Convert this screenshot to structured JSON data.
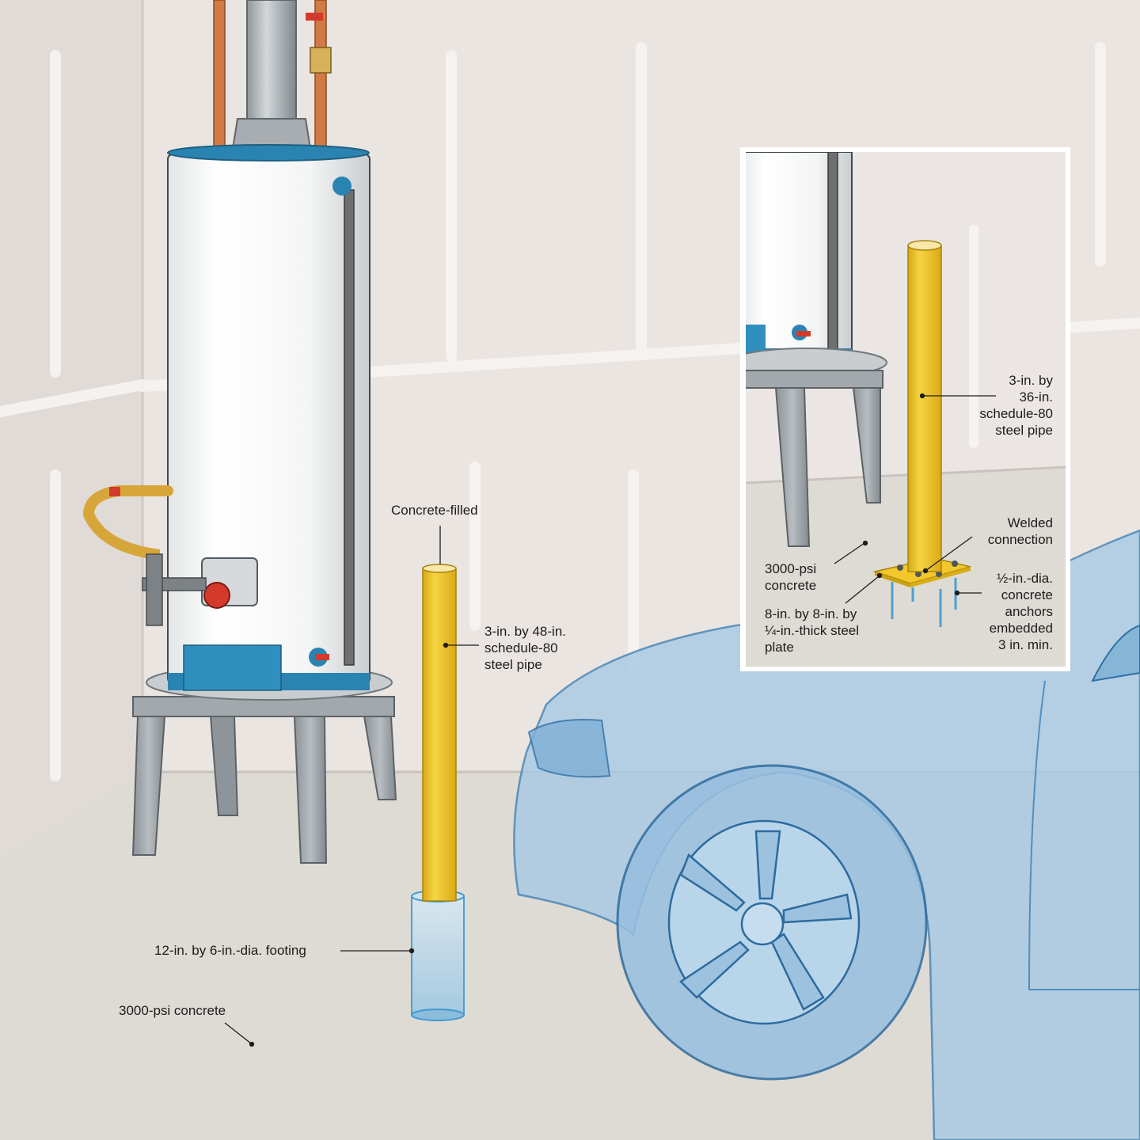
{
  "colors": {
    "wall": "#eae4e1",
    "floor": "#dfdcd6",
    "pipe_yellow": "#f1c72c",
    "car_blue": "#a9cbe6",
    "tank_trim": "#2b87b4"
  },
  "main_labels": {
    "concrete_filled": "Concrete-filled",
    "pipe_48": [
      "3-in. by 48-in.",
      "schedule-80",
      "steel pipe"
    ],
    "footing": "12-in. by 6-in.-dia. footing",
    "floor_concrete": "3000-psi concrete"
  },
  "inset_labels": {
    "pipe_36": [
      "3-in. by",
      "36-in.",
      "schedule-80",
      "steel pipe"
    ],
    "welded": [
      "Welded",
      "connection"
    ],
    "concrete": [
      "3000-psi",
      "concrete"
    ],
    "plate": [
      "8-in. by 8-in. by",
      "¼-in.-thick steel",
      "plate"
    ],
    "anchors": [
      "½-in.-dia.",
      "concrete",
      "anchors",
      "embedded",
      "3 in. min."
    ]
  }
}
